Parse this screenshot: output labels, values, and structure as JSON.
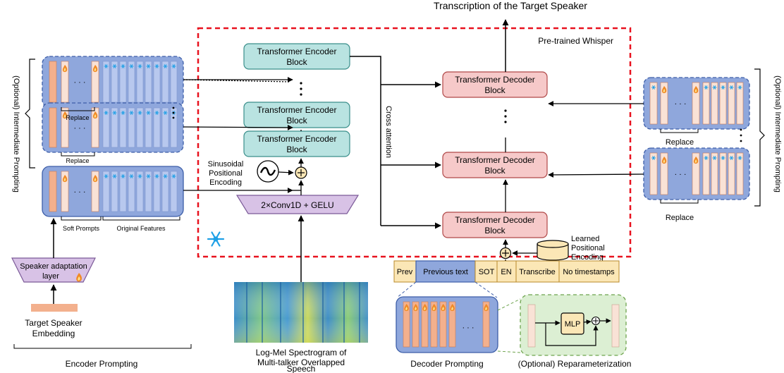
{
  "title": "Transcription of the Target Speaker",
  "whisper_label": "Pre-trained Whisper",
  "encoder_blocks": [
    {
      "line1": "Transformer Encoder",
      "line2": "Block"
    },
    {
      "line1": "Transformer Encoder",
      "line2": "Block"
    },
    {
      "line1": "Transformer Encoder",
      "line2": "Block"
    }
  ],
  "decoder_blocks": [
    {
      "line1": "Transformer Decoder",
      "line2": "Block"
    },
    {
      "line1": "Transformer Decoder",
      "line2": "Block"
    },
    {
      "line1": "Transformer Decoder",
      "line2": "Block"
    }
  ],
  "conv_label": "2×Conv1D + GELU",
  "sinusoidal": [
    "Sinusoidal",
    "Positional",
    "Encoding"
  ],
  "learned": [
    "Learned",
    "Positional",
    "Encoding"
  ],
  "cross_attention": "Cross attention",
  "spectrogram_caption": [
    "Log-Mel Spectrogram of",
    "Multi-talker Overlapped",
    "Speech"
  ],
  "left": {
    "intermediate_label": "(Optional) Intermediate Prompting",
    "replace_top": "Replace",
    "replace_bottom": "Replace",
    "soft_prompts": "Soft Prompts",
    "original_features": "Original Features",
    "adaptation_line1": "Speaker adaptation",
    "adaptation_line2": "layer",
    "target_line1": "Target Speaker",
    "target_line2": "Embedding",
    "encoder_prompting": "Encoder Prompting"
  },
  "right": {
    "intermediate_label": "(Optional) Intermediate Prompting",
    "replace_top": "Replace",
    "replace_bottom": "Replace"
  },
  "tokens": [
    "Prev",
    "Previous text",
    "SOT",
    "EN",
    "Transcribe",
    "No timestamps"
  ],
  "decoder_prompting": "Decoder Prompting",
  "reparam_label": "(Optional) Reparameterization",
  "mlp_label": "MLP",
  "dots": "· · ·",
  "colors": {
    "encoder_block": "#b9e3e1",
    "decoder_block": "#f6c9c9",
    "conv": "#d8c2e6",
    "prompt_panel": "#8fa7dc",
    "token_fill": "#fbe7b6",
    "reparam_fill": "#dcefd3",
    "soft_prompt": "#f3b08d",
    "dashed_red": "#e8121f"
  }
}
